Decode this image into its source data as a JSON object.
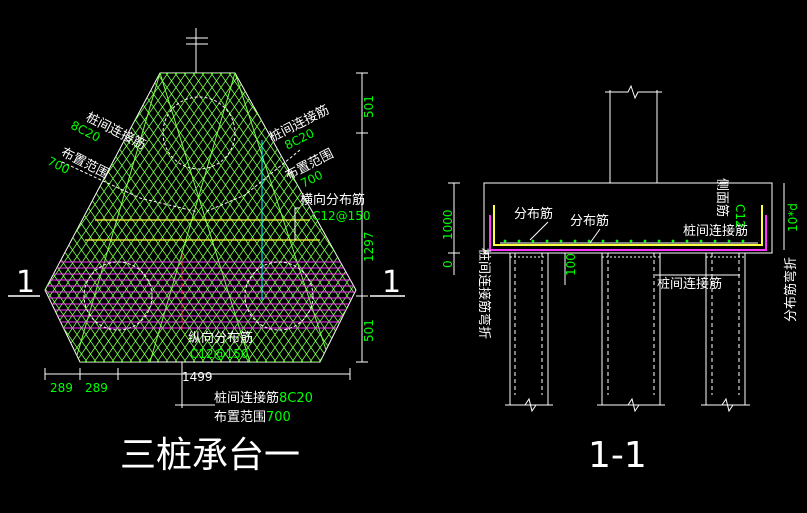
{
  "plan": {
    "title": "三桩承台一",
    "section_mark_left": "1",
    "section_mark_right": "1",
    "left_label_1": "桩间连接筋",
    "left_label_1_val": "8C20",
    "left_label_2": "布置范围",
    "left_label_2_val": "700",
    "right_label_1": "桩间连接筋",
    "right_label_1_val": "8C20",
    "right_label_2": "布置范围",
    "right_label_2_val": "700",
    "transverse_label": "横向分布筋",
    "transverse_val": "C12@150",
    "longitudinal_label": "纵向分布筋",
    "longitudinal_val": "C12@150",
    "bottom_label_1": "桩间连接筋",
    "bottom_label_1_val": "8C20",
    "bottom_label_2": "布置范围",
    "bottom_label_2_val": "700",
    "dim_right_top": "501",
    "dim_right_mid": "1297",
    "dim_right_bot": "501",
    "dim_bottom_1": "289",
    "dim_bottom_2": "289",
    "dim_bottom_total": "1499"
  },
  "section": {
    "title": "1-1",
    "dim_height": "1000",
    "dim_zero": "0",
    "dim_100": "100",
    "label_dist_1": "分布筋",
    "label_dist_2": "分布筋",
    "label_pile_conn": "桩间连接筋",
    "label_pile_conn_bottom": "桩间连接筋",
    "label_side": "侧面筋",
    "label_side_val": "C12",
    "label_left_vertical": "桩间连接筋弯折",
    "label_right_vertical": "分布筋弯折",
    "label_right_dim": "10*d"
  },
  "colors": {
    "bg": "#000000",
    "line": "#ffffff",
    "green": "#00ff00",
    "hatch_green": "#7cff4a",
    "magenta": "#ff33ff",
    "yellow": "#ffff40",
    "cyan": "#00ffff",
    "red": "#ff3030"
  }
}
